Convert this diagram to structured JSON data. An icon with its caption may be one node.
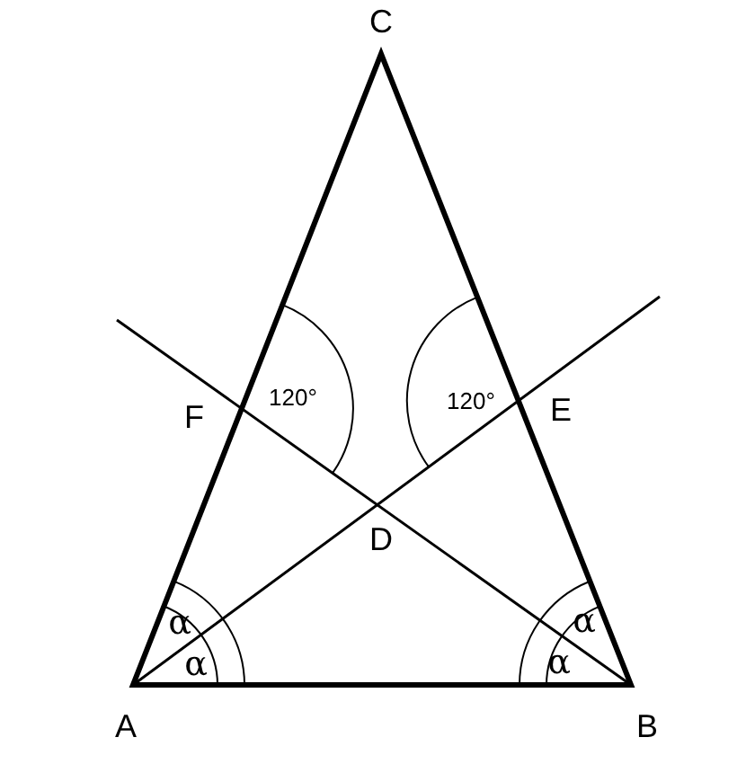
{
  "diagram": {
    "labels": [
      "C",
      "120°",
      "120°",
      "F",
      "E",
      "D",
      "α",
      "α",
      "α",
      "α",
      "A",
      "B"
    ]
  }
}
